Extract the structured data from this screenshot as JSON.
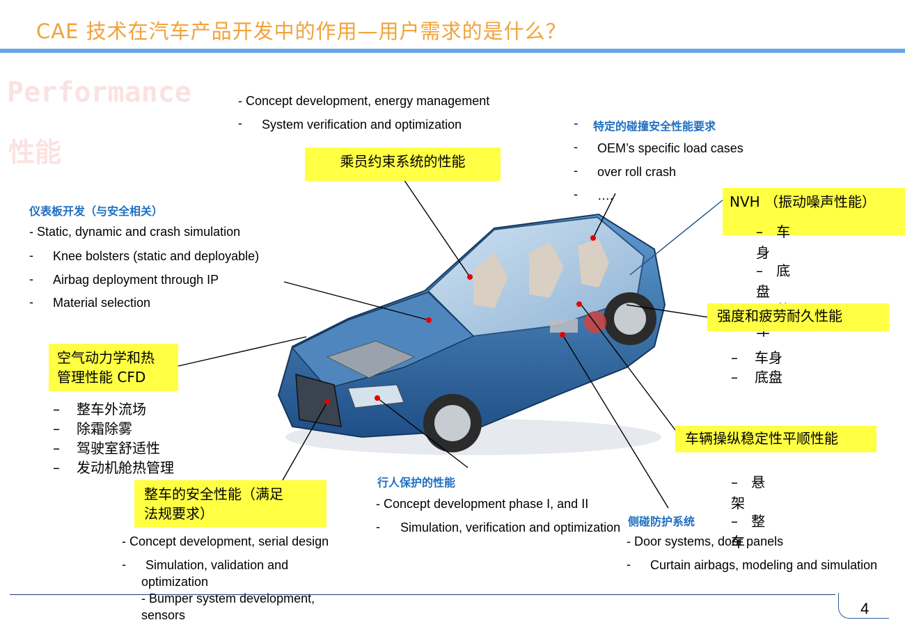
{
  "title": "CAE 技术在汽车产品开发中的作用—用户需求的是什么？",
  "watermark": {
    "line1": "Performance",
    "line2": "性能"
  },
  "top_center": {
    "line1": "- Concept development, energy management",
    "line2": "System verification and optimization",
    "bullet": "-"
  },
  "restraint_label": "乘员约束系统的性能",
  "crash": {
    "heading": "特定的碰撞安全性能要求",
    "items": [
      "OEM’s specific load cases",
      "over roll crash",
      "…."
    ],
    "bullet": "-"
  },
  "nvh": {
    "label": "NVH （振动噪声性能）",
    "items": [
      "车身",
      "底盘",
      "整车"
    ]
  },
  "ip": {
    "heading": "仪表板开发（与安全相关）",
    "line1": "- Static, dynamic and crash simulation",
    "items": [
      "Knee bolsters (static and deployable)",
      "Airbag deployment through IP",
      "Material selection"
    ],
    "bullet": "-"
  },
  "durability": {
    "label": "强度和疲劳耐久性能",
    "items": [
      "车身",
      "底盘"
    ]
  },
  "aero": {
    "label_line1": "空气动力学和热",
    "label_line2": "管理性能   CFD",
    "items": [
      "整车外流场",
      "除霜除雾",
      "驾驶室舒适性",
      "发动机舱热管理"
    ]
  },
  "handling": {
    "label": "车辆操纵稳定性平顺性能",
    "items": [
      "悬架",
      "整车"
    ]
  },
  "pedestrian": {
    "heading": "行人保护的性能",
    "line1": "- Concept development phase I, and II",
    "item": "Simulation, verification and optimization",
    "bullet": "-"
  },
  "safety": {
    "label_line1": "整车的安全性能（满足",
    "label_line2": "法规要求）",
    "line1": "- Concept development, serial design",
    "item_line1": "Simulation, validation and",
    "item_line2": "optimization",
    "line3": "- Bumper system development,",
    "line4": "sensors",
    "bullet": "-"
  },
  "side": {
    "heading": "侧碰防护系统",
    "line1": "- Door systems, door panels",
    "item": "Curtain airbags, modeling and simulation",
    "bullet": "-"
  },
  "page_number": "4",
  "colors": {
    "title": "#f2a23a",
    "rule": "#66a6e6",
    "label_box": "#ffff44",
    "heading_blue": "#1f6fc0",
    "dot": "#e60000"
  }
}
